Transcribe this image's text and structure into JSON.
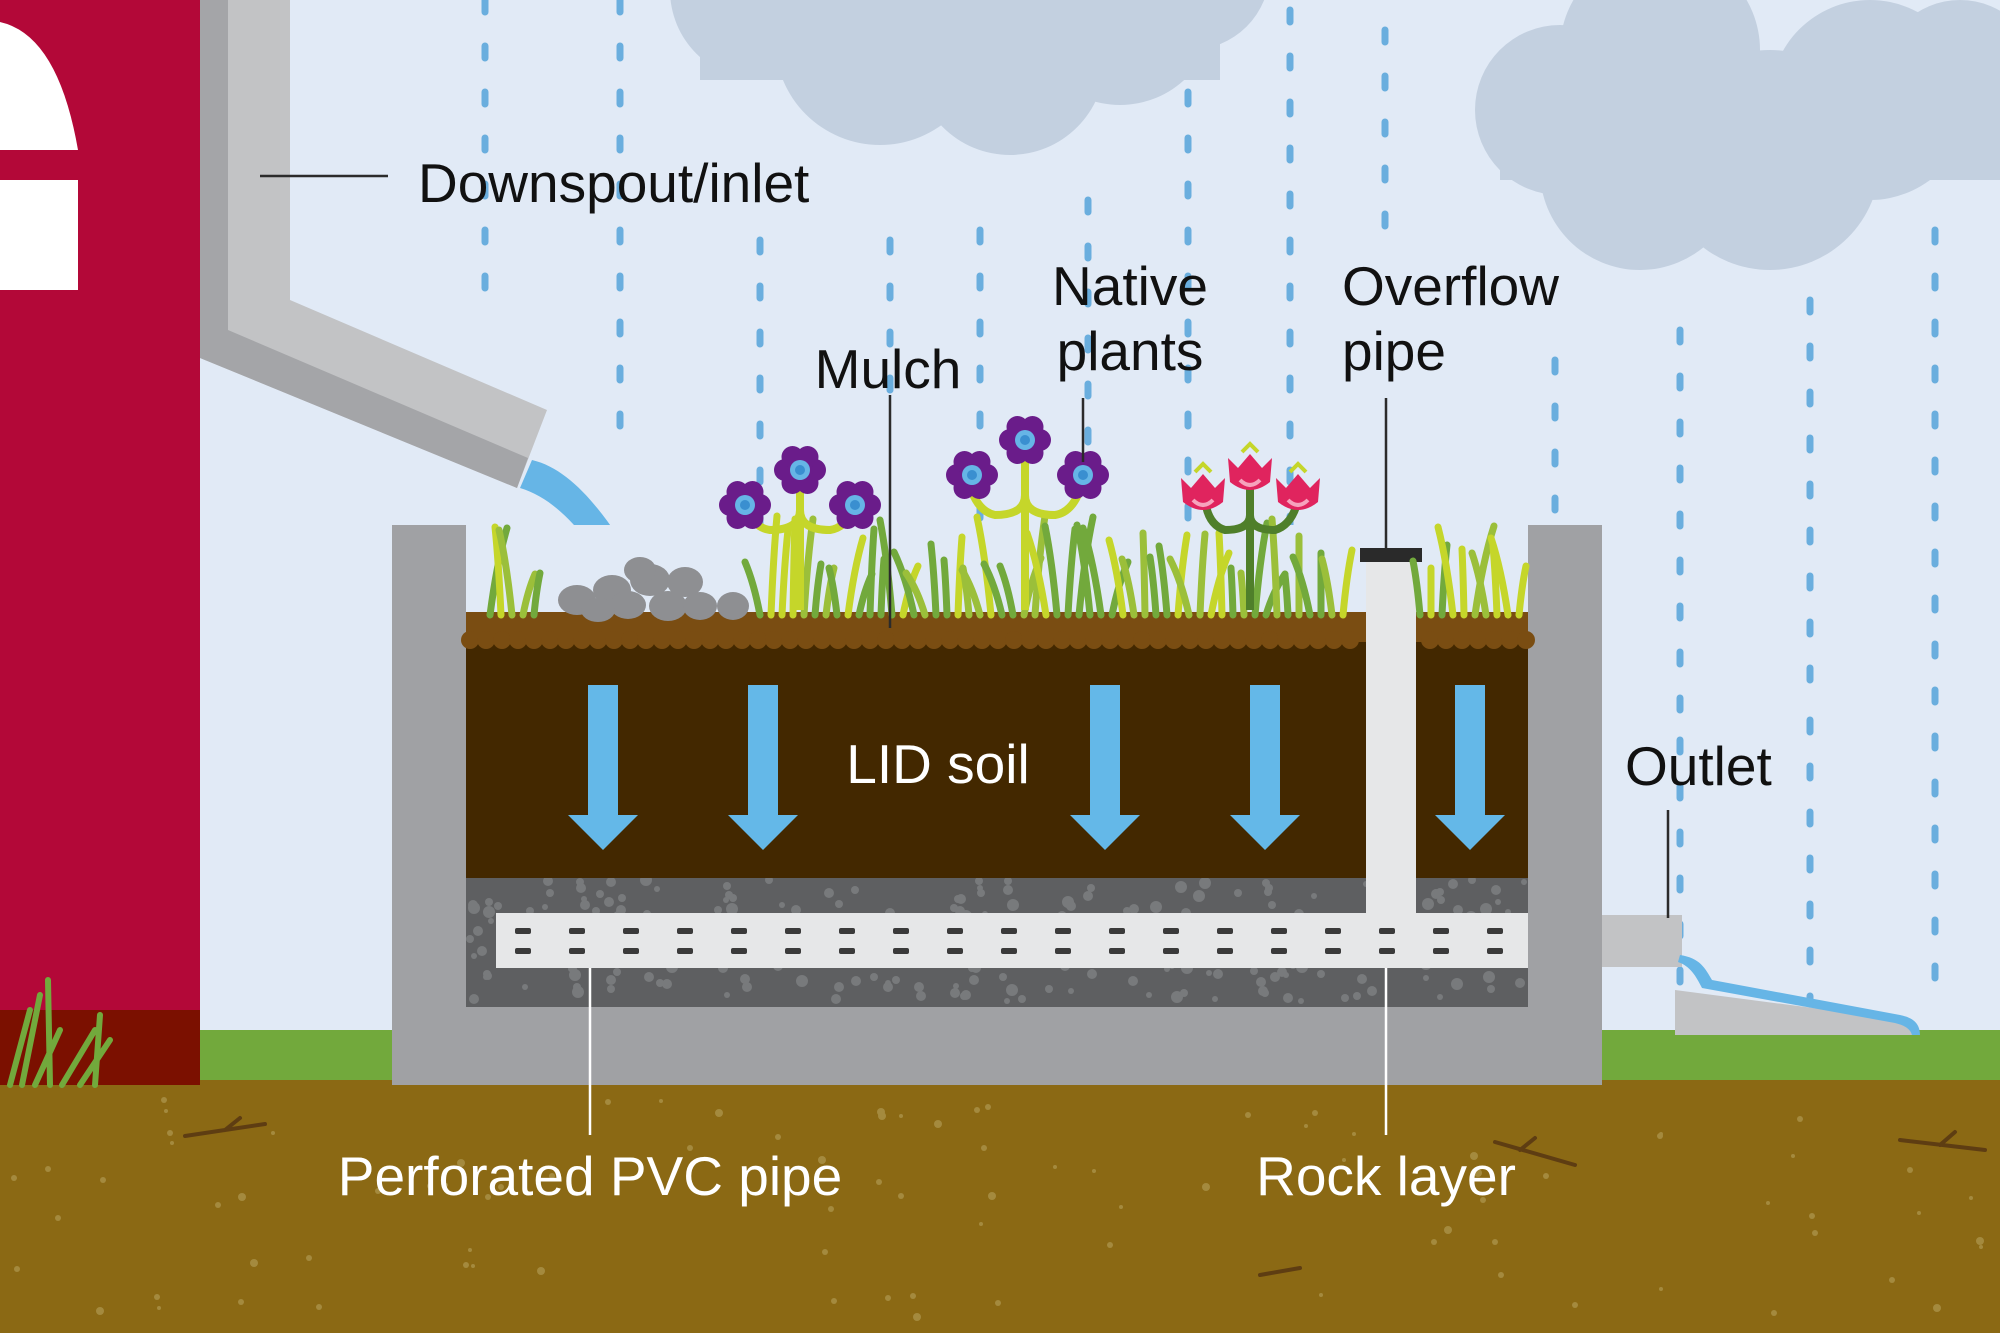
{
  "labels": {
    "downspout": "Downspout/inlet",
    "mulch": "Mulch",
    "native_plants_line1": "Native",
    "native_plants_line2": "plants",
    "overflow_line1": "Overflow",
    "overflow_line2": "pipe",
    "lid_soil": "LID soil",
    "outlet": "Outlet",
    "perforated_pipe": "Perforated PVC pipe",
    "rock_layer": "Rock layer"
  },
  "colors": {
    "sky": "#e1eaf6",
    "rain": "#6aaede",
    "cloud": "#c3d0e0",
    "building": "#b30838",
    "building_base": "#7b1000",
    "downspout": "#c2c3c5",
    "water": "#66b5e6",
    "planter_wall": "#a0a1a4",
    "mulch": "#7a4d12",
    "soil": "#432800",
    "rock": "#5e5f61",
    "pvc_pipe": "#e6e7e8",
    "grass": "#72a93c",
    "ground": "#8b6914",
    "infiltration_arrow": "#64b8e8",
    "purple_flower": "#6a1c8a",
    "pink_flower": "#e0245e",
    "stem": "#c5d62a"
  }
}
